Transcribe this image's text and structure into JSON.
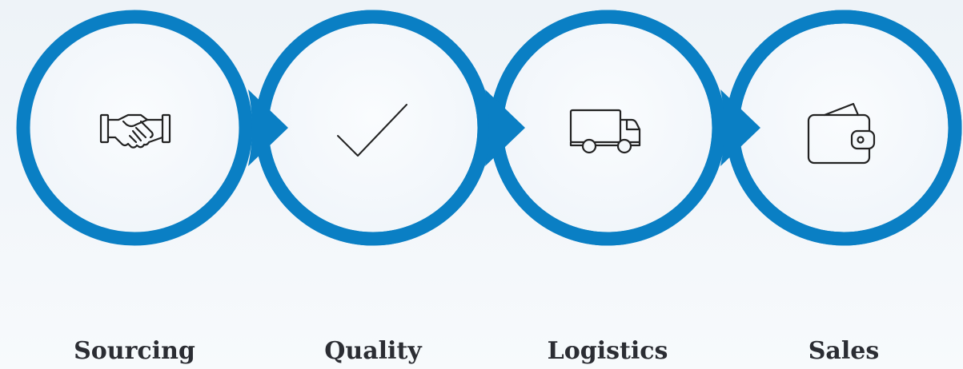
{
  "colors": {
    "ring": "#0a7fc4",
    "ring_dark": "#0867a3",
    "inner_fill": "#f6f9fc",
    "icon_stroke": "#222222",
    "label_text": "#2b2d33"
  },
  "steps": [
    {
      "label": "Sourcing",
      "icon": "handshake-icon"
    },
    {
      "label": "Quality",
      "icon": "checkmark-icon"
    },
    {
      "label": "Logistics",
      "icon": "truck-icon"
    },
    {
      "label": "Sales",
      "icon": "wallet-icon"
    }
  ]
}
